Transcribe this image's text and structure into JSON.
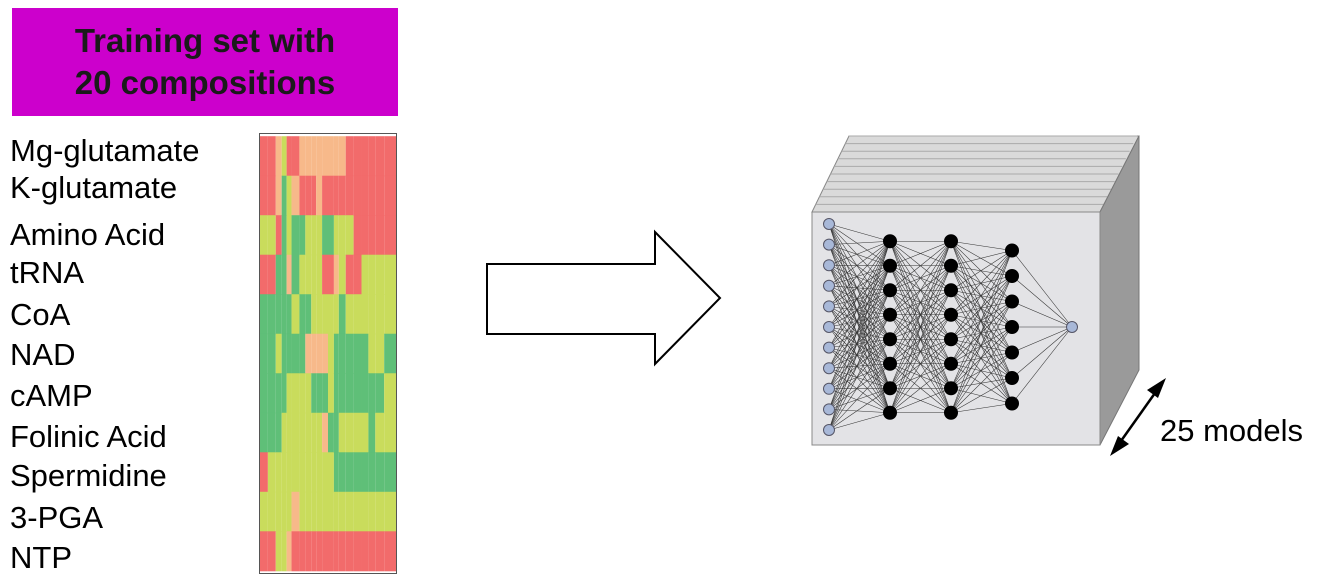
{
  "title": {
    "line1": "Training set with",
    "line2": "20 compositions"
  },
  "components": [
    "Mg-glutamate",
    "K-glutamate",
    "Amino Acid",
    "tRNA",
    "CoA",
    "NAD",
    "cAMP",
    "Folinic Acid",
    "Spermidine",
    "3-PGA",
    "NTP"
  ],
  "heatmap": {
    "palette": {
      "r": "#f26b6b",
      "p": "#f7b98a",
      "y": "#c9dc5c",
      "g": "#5fbf78"
    },
    "rows": [
      "rrpyrrpppppppprrrrrr",
      "rrpgyprrrprrrrrrrrrr",
      "yyrgyggyyyggyyyrrrrr",
      "rrggpgyyyyrrpyrryyyy",
      "gggggyggyyyyygyyyyyy",
      "ggyggggppppygggggyyg",
      "ggggyyyygggygggggggy",
      "gggyyyyyyypggyyyygyy",
      "ryyyyyyyyyyygggggggg",
      "yyyyypyyyyyyyyyyyyyy",
      "rryyprrrrrrrrrrrrrrr"
    ],
    "colSplits": [
      8,
      16,
      22,
      27,
      32,
      40,
      46,
      52,
      57,
      63,
      69,
      75,
      80,
      87,
      95,
      103,
      110,
      117,
      126
    ]
  },
  "network": {
    "layers": [
      11,
      8,
      8,
      7,
      1
    ]
  },
  "models_label": "25 models",
  "colors": {
    "title_bg": "#cc00cc",
    "input_node": "#a8b8d8",
    "hidden_node": "#000000",
    "box_front": "#e3e3e6",
    "box_side": "#999999"
  }
}
